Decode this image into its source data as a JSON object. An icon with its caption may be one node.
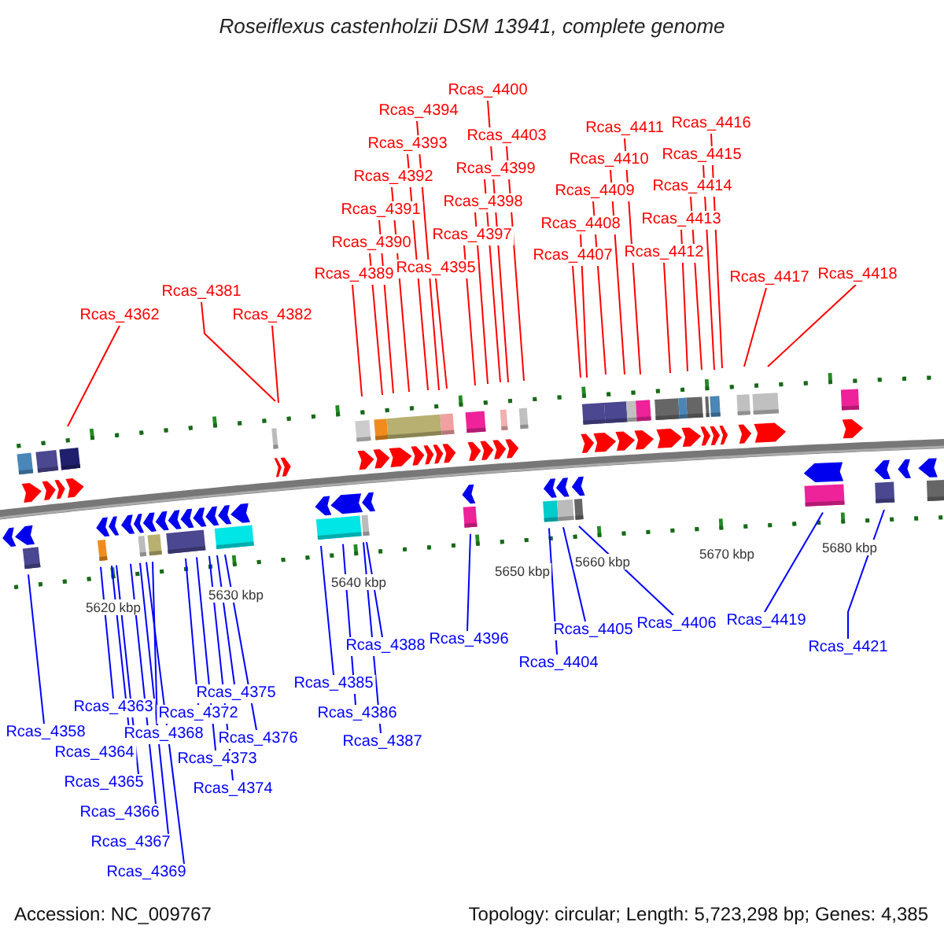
{
  "diagram": {
    "title": "Roseiflexus castenholzii DSM 13941, complete genome",
    "nodes": [
      {
        "text": [
          "Rcas_4362"
        ]
      },
      {
        "text": [
          "Rcas_4381"
        ]
      },
      {
        "text": [
          "Rcas_4382"
        ]
      },
      {
        "text": [
          "Rcas_4389"
        ]
      },
      {
        "text": [
          "Rcas_4390"
        ]
      },
      {
        "text": [
          "Rcas_4391"
        ]
      },
      {
        "text": [
          "Rcas_4392"
        ]
      },
      {
        "text": [
          "Rcas_4393"
        ]
      },
      {
        "text": [
          "Rcas_4394"
        ]
      },
      {
        "text": [
          "Rcas_4395"
        ]
      },
      {
        "text": [
          "Rcas_4397"
        ]
      },
      {
        "text": [
          "Rcas_4398"
        ]
      },
      {
        "text": [
          "Rcas_4399"
        ]
      },
      {
        "text": [
          "Rcas_4400"
        ]
      },
      {
        "text": [
          "Rcas_4403"
        ]
      },
      {
        "text": [
          "Rcas_4407"
        ]
      },
      {
        "text": [
          "Rcas_4408"
        ]
      },
      {
        "text": [
          "Rcas_4409"
        ]
      },
      {
        "text": [
          "Rcas_4410"
        ]
      },
      {
        "text": [
          "Rcas_4411"
        ]
      },
      {
        "text": [
          "Rcas_4412"
        ]
      },
      {
        "text": [
          "Rcas_4413"
        ]
      },
      {
        "text": [
          "Rcas_4414"
        ]
      },
      {
        "text": [
          "Rcas_4415"
        ]
      },
      {
        "text": [
          "Rcas_4416"
        ]
      },
      {
        "text": [
          "Rcas_4417"
        ]
      },
      {
        "text": [
          "Rcas_4418"
        ]
      },
      {
        "text": [
          "Rcas_4358"
        ]
      },
      {
        "text": [
          "Rcas_4363"
        ]
      },
      {
        "text": [
          "Rcas_4364"
        ]
      },
      {
        "text": [
          "Rcas_4365"
        ]
      },
      {
        "text": [
          "Rcas_4366"
        ]
      },
      {
        "text": [
          "Rcas_4367"
        ]
      },
      {
        "text": [
          "Rcas_4368"
        ]
      },
      {
        "text": [
          "Rcas_4369"
        ]
      },
      {
        "text": [
          "Rcas_4372"
        ]
      },
      {
        "text": [
          "Rcas_4373"
        ]
      },
      {
        "text": [
          "Rcas_4374"
        ]
      },
      {
        "text": [
          "Rcas_4375"
        ]
      },
      {
        "text": [
          "Rcas_4376"
        ]
      },
      {
        "text": [
          "Rcas_4385"
        ]
      },
      {
        "text": [
          "Rcas_4386"
        ]
      },
      {
        "text": [
          "Rcas_4387"
        ]
      },
      {
        "text": [
          "Rcas_4388"
        ]
      },
      {
        "text": [
          "Rcas_4396"
        ]
      },
      {
        "text": [
          "Rcas_4404"
        ]
      },
      {
        "text": [
          "Rcas_4405"
        ]
      },
      {
        "text": [
          "Rcas_4406"
        ]
      },
      {
        "text": [
          "Rcas_4419"
        ]
      },
      {
        "text": [
          "Rcas_4421"
        ]
      }
    ],
    "edges": [
      {
        "from": 0,
        "to": null,
        "arrow": "none"
      },
      {
        "from": 1,
        "to": null,
        "arrow": "none"
      },
      {
        "from": 2,
        "to": null,
        "arrow": "none"
      },
      {
        "from": 3,
        "to": null,
        "arrow": "none"
      },
      {
        "from": 4,
        "to": null,
        "arrow": "none"
      },
      {
        "from": 5,
        "to": null,
        "arrow": "none"
      },
      {
        "from": 6,
        "to": null,
        "arrow": "none"
      },
      {
        "from": 7,
        "to": null,
        "arrow": "none"
      },
      {
        "from": 8,
        "to": null,
        "arrow": "none"
      },
      {
        "from": 9,
        "to": null,
        "arrow": "none"
      },
      {
        "from": 10,
        "to": null,
        "arrow": "none"
      },
      {
        "from": 11,
        "to": null,
        "arrow": "none"
      },
      {
        "from": 12,
        "to": null,
        "arrow": "none"
      },
      {
        "from": 13,
        "to": null,
        "arrow": "none"
      },
      {
        "from": 14,
        "to": null,
        "arrow": "none"
      },
      {
        "from": 15,
        "to": null,
        "arrow": "none"
      },
      {
        "from": 16,
        "to": null,
        "arrow": "none"
      },
      {
        "from": 17,
        "to": null,
        "arrow": "none"
      },
      {
        "from": 18,
        "to": null,
        "arrow": "none"
      },
      {
        "from": 19,
        "to": null,
        "arrow": "none"
      },
      {
        "from": 20,
        "to": null,
        "arrow": "none"
      },
      {
        "from": 21,
        "to": null,
        "arrow": "none"
      },
      {
        "from": 22,
        "to": null,
        "arrow": "none"
      },
      {
        "from": 23,
        "to": null,
        "arrow": "none"
      },
      {
        "from": 24,
        "to": null,
        "arrow": "none"
      },
      {
        "from": 25,
        "to": null,
        "arrow": "none"
      },
      {
        "from": 26,
        "to": null,
        "arrow": "none"
      },
      {
        "from": 27,
        "to": null,
        "arrow": "none",
        "color": "#0000ff"
      },
      {
        "from": 28,
        "to": null,
        "arrow": "none",
        "color": "#0000ff"
      },
      {
        "from": 29,
        "to": null,
        "arrow": "none",
        "color": "#0000ff"
      },
      {
        "from": 30,
        "to": null,
        "arrow": "none",
        "color": "#0000ff"
      },
      {
        "from": 31,
        "to": null,
        "arrow": "none",
        "color": "#0000ff"
      },
      {
        "from": 32,
        "to": null,
        "arrow": "none",
        "color": "#0000ff"
      },
      {
        "from": 33,
        "to": null,
        "arrow": "none",
        "color": "#0000ff"
      },
      {
        "from": 34,
        "to": null,
        "arrow": "none",
        "color": "#0000ff"
      },
      {
        "from": 35,
        "to": null,
        "arrow": "none",
        "color": "#0000ff"
      },
      {
        "from": 36,
        "to": null,
        "arrow": "none",
        "color": "#0000ff"
      },
      {
        "from": 37,
        "to": null,
        "arrow": "none",
        "color": "#0000ff"
      },
      {
        "from": 38,
        "to": null,
        "arrow": "none",
        "color": "#0000ff"
      },
      {
        "from": 39,
        "to": null,
        "arrow": "none",
        "color": "#0000ff"
      },
      {
        "from": 40,
        "to": null,
        "arrow": "none",
        "color": "#0000ff"
      },
      {
        "from": 41,
        "to": null,
        "arrow": "none",
        "color": "#0000ff"
      },
      {
        "from": 42,
        "to": null,
        "arrow": "none",
        "color": "#0000ff"
      },
      {
        "from": 43,
        "to": null,
        "arrow": "none",
        "color": "#0000ff"
      },
      {
        "from": 44,
        "to": null,
        "arrow": "none",
        "color": "#0000ff"
      },
      {
        "from": 45,
        "to": null,
        "arrow": "none",
        "color": "#0000ff"
      },
      {
        "from": 46,
        "to": null,
        "arrow": "none",
        "color": "#0000ff"
      },
      {
        "from": 47,
        "to": null,
        "arrow": "none",
        "color": "#0000ff"
      },
      {
        "from": 48,
        "to": null,
        "arrow": "none",
        "color": "#0000ff"
      },
      {
        "from": 49,
        "to": null,
        "arrow": "none",
        "color": "#0000ff"
      }
    ],
    "labels": [
      "5620 kbp",
      "5630 kbp",
      "5640 kbp",
      "5650 kbp",
      "5660 kbp",
      "5670 kbp",
      "5680 kbp",
      "Accession: NC_009767",
      "Topology: circular; Length: 5,723,298 bp; Genes: 4,385"
    ]
  }
}
